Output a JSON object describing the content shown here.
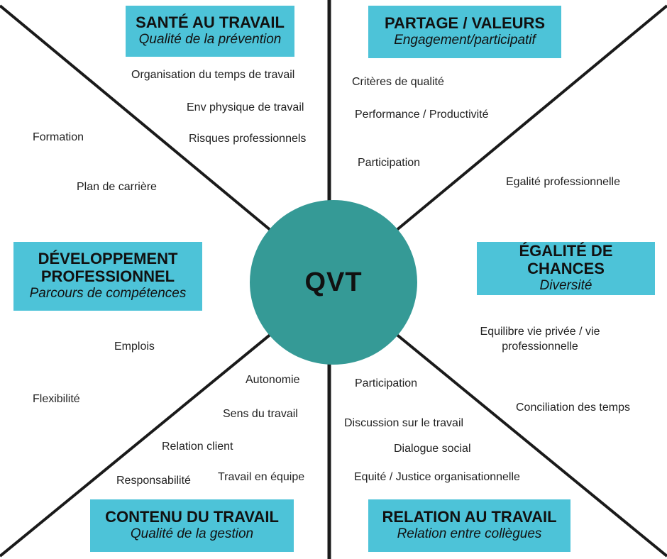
{
  "center": {
    "label": "QVT"
  },
  "colors": {
    "box_fill": "#4dc3d8",
    "center_fill": "#359a96",
    "lines": "#1a1a1a"
  },
  "boxes": {
    "sante": {
      "title": "SANTÉ AU TRAVAIL",
      "subtitle": "Qualité de la prévention"
    },
    "partage": {
      "title": "PARTAGE / VALEURS",
      "subtitle": "Engagement/participatif"
    },
    "developpement": {
      "title": "DÉVELOPPEMENT\nPROFESSIONNEL",
      "subtitle": "Parcours de compétences"
    },
    "egalite": {
      "title": "ÉGALITÉ DE CHANCES",
      "subtitle": "Diversité"
    },
    "contenu": {
      "title": "CONTENU DU TRAVAIL",
      "subtitle": "Qualité de la gestion"
    },
    "relation": {
      "title": "RELATION AU TRAVAIL",
      "subtitle": "Relation entre collègues"
    }
  },
  "labels": {
    "sante": [
      "Organisation du temps de travail",
      "Env physique de travail",
      "Risques professionnels"
    ],
    "partage": [
      "Critères de qualité",
      "Performance / Productivité",
      "Participation"
    ],
    "developpement": [
      "Formation",
      "Plan de carrière"
    ],
    "egalite_top": [
      "Egalité professionnelle"
    ],
    "contenu_left": [
      "Emplois",
      "Flexibilité",
      "Responsabilité"
    ],
    "contenu_right": [
      "Autonomie",
      "Sens du travail",
      "Relation client",
      "Travail en équipe"
    ],
    "egalite_bottom": [
      "Equilibre vie privée / vie\nprofessionnelle",
      "Conciliation des temps"
    ],
    "relation": [
      "Participation",
      "Discussion sur le travail",
      "Dialogue social",
      "Equité / Justice organisationnelle"
    ]
  }
}
